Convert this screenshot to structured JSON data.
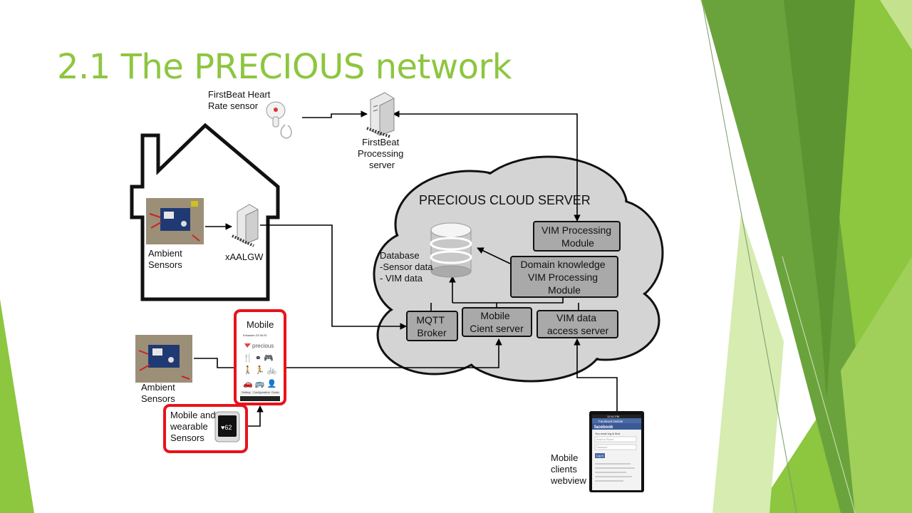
{
  "slide": {
    "title": "2.1 The PRECIOUS network"
  },
  "diagram": {
    "firstbeat_sensor": [
      "FirstBeat Heart",
      "Rate sensor"
    ],
    "firstbeat_server": [
      "FirstBeat",
      "Processing",
      "server"
    ],
    "cloud_title": "PRECIOUS CLOUD SERVER",
    "database_label": [
      "Database",
      "-Sensor data",
      "- VIM data"
    ],
    "vim_processing": [
      "VIM Processing",
      "Module"
    ],
    "domain_knowledge": [
      "Domain knowledge",
      "VIM Processing",
      "Module"
    ],
    "mqtt_broker": [
      "MQTT",
      "Broker"
    ],
    "mobile_client_server": [
      "Mobile",
      "Cient server"
    ],
    "vim_data_access": [
      "VIM data",
      "access server"
    ],
    "ambient_sensors_home": [
      "Ambient",
      "Sensors"
    ],
    "gateway": "xAALGW",
    "ambient_sensors_mobile": [
      "Ambient",
      "Sensors"
    ],
    "mobile_phone": {
      "label": "Mobile",
      "brand": "precious",
      "status_text": "Enkastan 23:36:25",
      "tabs": [
        "Setting",
        "Configuration",
        "Goals"
      ]
    },
    "wearable": {
      "label": [
        "Mobile and",
        "wearable",
        "Sensors"
      ],
      "watch_text": "♥62"
    },
    "webview_phone": {
      "label": [
        "Mobile",
        "clients",
        "webview"
      ],
      "header": "facebook",
      "status": "12:41 PM",
      "top_bar": "Facebook Mobile",
      "form_title": "You must log in first.",
      "email_placeholder": "Email or Phone",
      "password_placeholder": "Password",
      "button": "Log In"
    }
  },
  "colors": {
    "title_green": "#8dc63f",
    "highlight_red": "#e8121b",
    "cloud_fill": "#d4d4d4",
    "module_fill": "#a9a9a9",
    "facebook_blue": "#3b5998"
  }
}
